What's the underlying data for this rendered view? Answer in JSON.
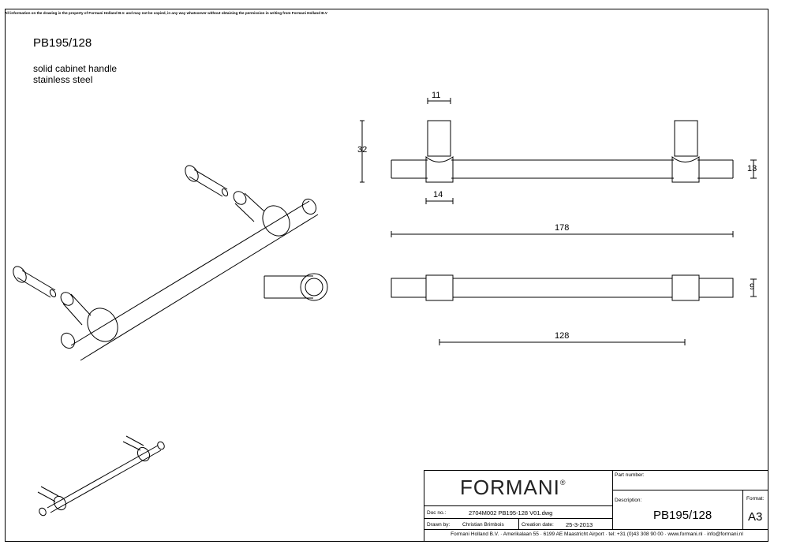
{
  "disclaimer": "All information on the drawing is the property of Formani Holland B.V. and may not be copied, in any way whatsoever without obtaining the permission in writing from Formani Holland B.V",
  "product": {
    "code": "PB195/128",
    "description_line1": "solid cabinet handle",
    "description_line2": "stainless steel"
  },
  "dimensions": {
    "post_width": "11",
    "height": "32",
    "collar_width": "14",
    "bar_thickness": "13",
    "total_length": "178",
    "bar_diameter": "9",
    "center_to_center": "128"
  },
  "title_block": {
    "logo": "FORMANI",
    "logo_mark": "®",
    "part_number_label": "Part number:",
    "description_label": "Description:",
    "description_value": "PB195/128",
    "format_label": "Format:",
    "format_value": "A3",
    "doc_no_label": "Doc no.:",
    "doc_no_value": "2704M002 PB195-128 V01.dwg",
    "drawn_by_label": "Drawn by:",
    "drawn_by_value": "Christian Brimbois",
    "creation_date_label": "Creation date:",
    "creation_date_value": "25-3-2013",
    "footer": "Formani Holland B.V. · Amerikalaan 55 · 6199 AE Maastricht Airport · tel: +31 (0)43 308 90 00 · www.formani.nl · info@formani.nl"
  }
}
